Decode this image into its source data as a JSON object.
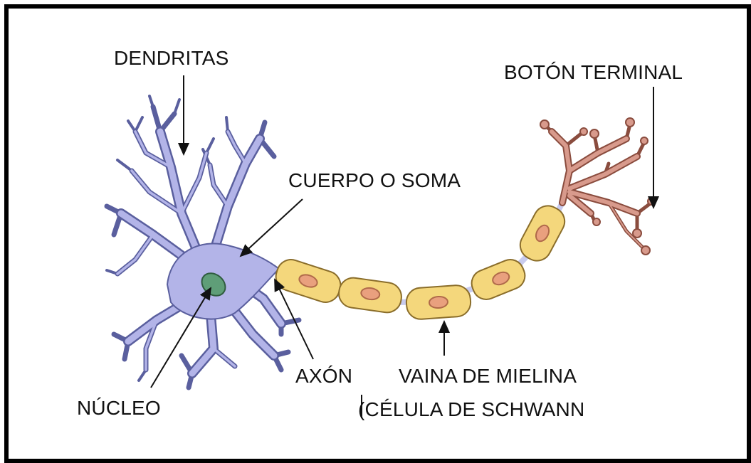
{
  "labels": {
    "dendrites": "DENDRITAS",
    "terminal_button": "BOTÓN TERMINAL",
    "soma": "CUERPO O SOMA",
    "axon": "AXÓN",
    "myelin_line1": "VAINA DE MIELINA",
    "myelin_line2": "(CÉLULA DE SCHWANN",
    "nucleus": "NÚCLEO"
  },
  "colors": {
    "frame": "#000000",
    "soma": "#b3b4e8",
    "soma_outline": "#5a5f9e",
    "nucleus": "#5f9e78",
    "myelin": "#f4d77c",
    "myelin_outline": "#8a6d2a",
    "schwann_nucleus": "#e9a07e",
    "terminal": "#d89a8c",
    "node": "#c8cbee"
  }
}
